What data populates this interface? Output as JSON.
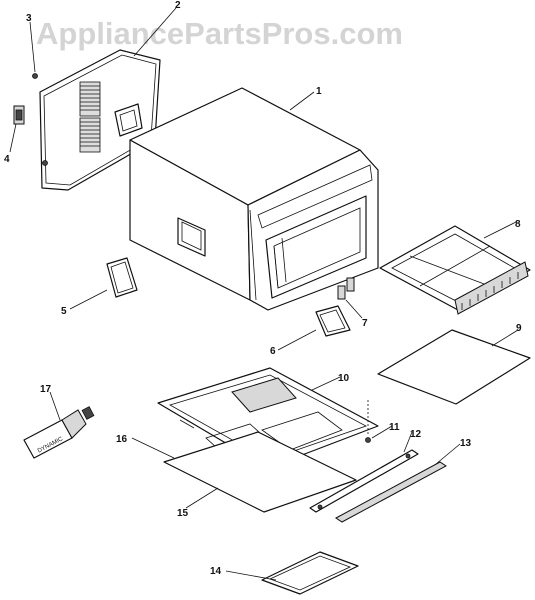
{
  "watermark": "AppliancePartsPros.com",
  "tube_label": "DYNAMIC",
  "callouts": [
    {
      "id": "1",
      "label": "1"
    },
    {
      "id": "2",
      "label": "2"
    },
    {
      "id": "3",
      "label": "3"
    },
    {
      "id": "4",
      "label": "4"
    },
    {
      "id": "5",
      "label": "5"
    },
    {
      "id": "6",
      "label": "6"
    },
    {
      "id": "7",
      "label": "7"
    },
    {
      "id": "8",
      "label": "8"
    },
    {
      "id": "9",
      "label": "9"
    },
    {
      "id": "10",
      "label": "10"
    },
    {
      "id": "11",
      "label": "11"
    },
    {
      "id": "12",
      "label": "12"
    },
    {
      "id": "13",
      "label": "13"
    },
    {
      "id": "14",
      "label": "14"
    },
    {
      "id": "15",
      "label": "15"
    },
    {
      "id": "16",
      "label": "16"
    },
    {
      "id": "17",
      "label": "17"
    }
  ]
}
